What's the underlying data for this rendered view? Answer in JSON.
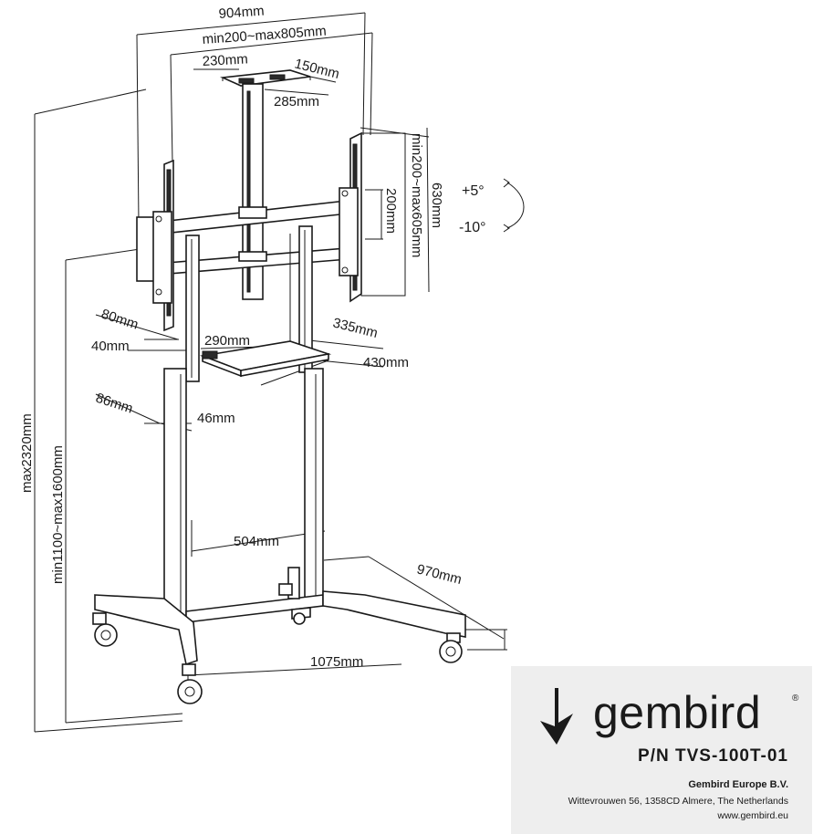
{
  "dimensions": {
    "overall_width": "904mm",
    "vesa_width_range": "min200~max805mm",
    "top_tray_width": "230mm",
    "top_tray_depth": "150mm",
    "top_tray_length": "285mm",
    "vesa_height_range": "min200~max605mm",
    "bracket_height": "630mm",
    "bracket_inner": "200mm",
    "tilt_up": "+5°",
    "tilt_down": "-10°",
    "column_depth": "80mm",
    "column_width": "40mm",
    "shelf_width": "290mm",
    "shelf_depth": "335mm",
    "shelf_length": "430mm",
    "lower_column_depth": "86mm",
    "lower_column_width": "46mm",
    "column_spacing": "504mm",
    "base_depth": "970mm",
    "base_width": "1075mm",
    "max_height": "max2320mm",
    "height_range": "min1100~max1600mm"
  },
  "brand": {
    "name": "gembird",
    "registered": "®",
    "part_number": "P/N TVS-100T-01",
    "company": "Gembird Europe B.V.",
    "address": "Wittevrouwen 56, 1358CD Almere, The Netherlands",
    "website": "www.gembird.eu"
  }
}
